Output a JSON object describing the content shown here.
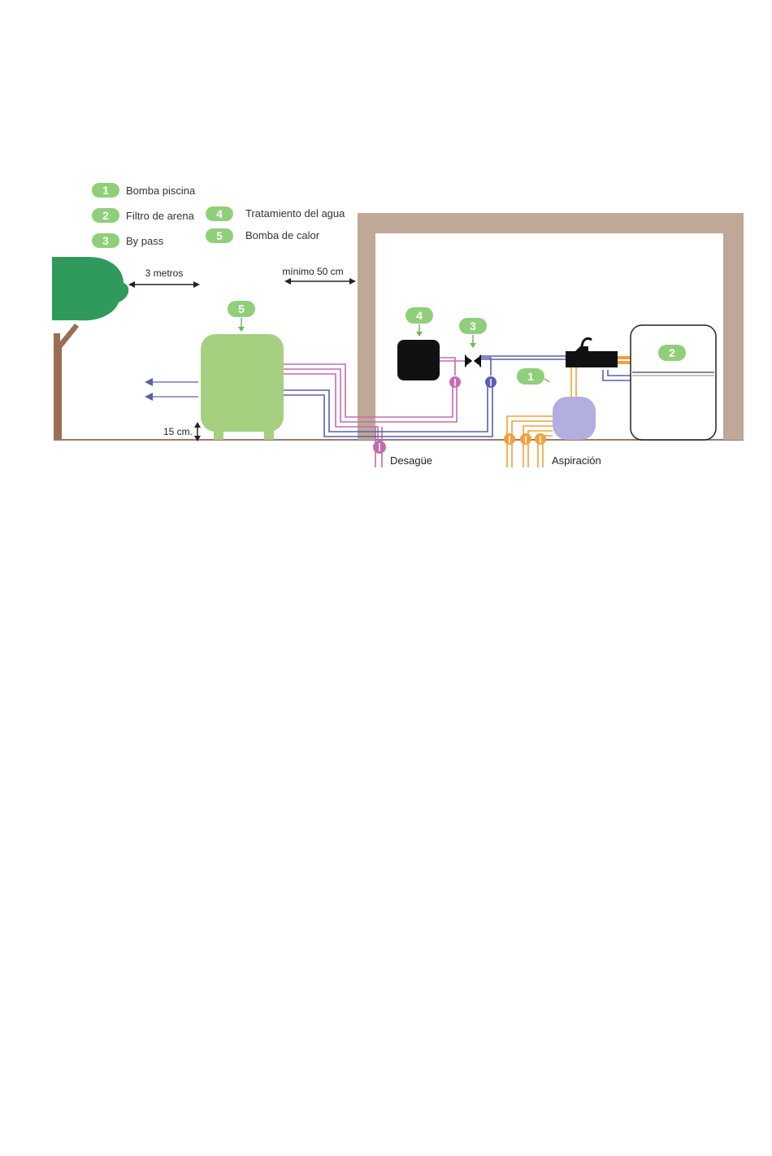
{
  "legend": [
    {
      "num": "1",
      "label": "Bomba piscina"
    },
    {
      "num": "2",
      "label": "Filtro de arena"
    },
    {
      "num": "3",
      "label": "By pass"
    },
    {
      "num": "4",
      "label": "Tratamiento del agua"
    },
    {
      "num": "5",
      "label": "Bomba de calor"
    }
  ],
  "dimensions": {
    "tree_distance": "3 metros",
    "wall_distance": "mínimo 50 cm",
    "ground_clearance": "15 cm."
  },
  "labels": {
    "drain": "Desagüe",
    "suction": "Aspiración"
  },
  "badges": {
    "heat_pump": "5",
    "treatment": "4",
    "bypass": "3",
    "pool_pump": "1",
    "sand_filter": "2"
  },
  "colors": {
    "badge_green": "#8fcf7a",
    "heat_pump": "#a6cf80",
    "tree": "#2f9a5c",
    "trunk": "#9a6d55",
    "wall": "#bfa898",
    "pipe_pink": "#c36bb0",
    "pipe_blue": "#5a5fb0",
    "pipe_orange": "#f2a03d",
    "pump_body": "#b3aee0"
  }
}
